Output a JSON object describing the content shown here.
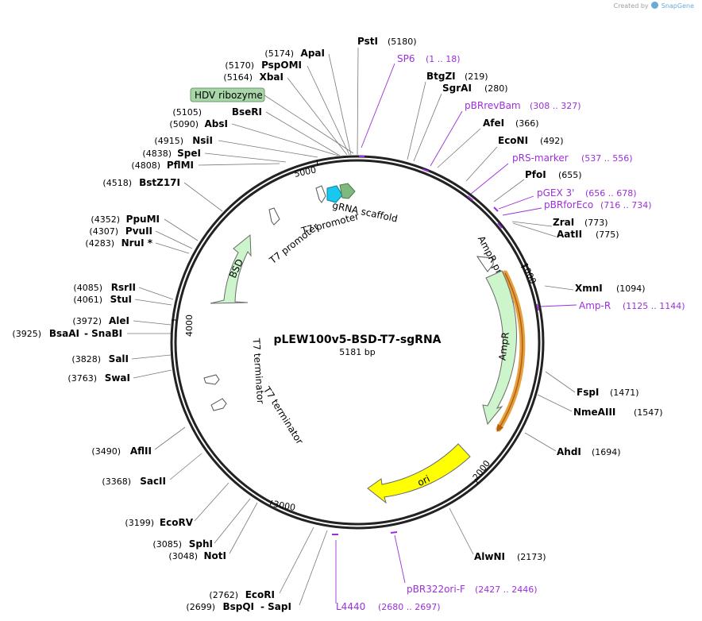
{
  "credit": {
    "created_by": "Created by",
    "brand": "SnapGene"
  },
  "plasmid": {
    "name": "pLEW100v5-BSD-T7-sgRNA",
    "length_label": "5181 bp",
    "length": 5181
  },
  "ticks": [
    {
      "pos": 1000,
      "label": "1000"
    },
    {
      "pos": 2000,
      "label": "2000"
    },
    {
      "pos": 3000,
      "label": "3000"
    },
    {
      "pos": 4000,
      "label": "4000"
    },
    {
      "pos": 5000,
      "label": "5000"
    }
  ],
  "enzymes": [
    {
      "name": "PstI",
      "pos_label": "(5180)",
      "pos": 5180,
      "side": "right"
    },
    {
      "name": "BtgZI",
      "pos_label": "(219)",
      "pos": 219,
      "side": "right"
    },
    {
      "name": "SgrAI",
      "pos_label": "(280)",
      "pos": 280,
      "side": "right"
    },
    {
      "name": "AfeI",
      "pos_label": "(366)",
      "pos": 366,
      "side": "right"
    },
    {
      "name": "EcoNI",
      "pos_label": "(492)",
      "pos": 492,
      "side": "right"
    },
    {
      "name": "PfoI",
      "pos_label": "(655)",
      "pos": 655,
      "side": "right"
    },
    {
      "name": "ZraI",
      "pos_label": "(773)",
      "pos": 773,
      "side": "right"
    },
    {
      "name": "AatII",
      "pos_label": "(775)",
      "pos": 775,
      "side": "right"
    },
    {
      "name": "XmnI",
      "pos_label": "(1094)",
      "pos": 1094,
      "side": "right"
    },
    {
      "name": "FspI",
      "pos_label": "(1471)",
      "pos": 1471,
      "side": "right"
    },
    {
      "name": "NmeAIII",
      "pos_label": "(1547)",
      "pos": 1547,
      "side": "right"
    },
    {
      "name": "AhdI",
      "pos_label": "(1694)",
      "pos": 1694,
      "side": "right"
    },
    {
      "name": "AlwNI",
      "pos_label": "(2173)",
      "pos": 2173,
      "side": "right"
    },
    {
      "name": "ApaI",
      "pos_label": "(5174)",
      "pos": 5174,
      "side": "left"
    },
    {
      "name": "PspOMI",
      "pos_label": "(5170)",
      "pos": 5170,
      "side": "left"
    },
    {
      "name": "XbaI",
      "pos_label": "(5164)",
      "pos": 5164,
      "side": "left"
    },
    {
      "name": "BseRI",
      "pos_label": "(5105)",
      "pos": 5105,
      "side": "left"
    },
    {
      "name": "AbsI",
      "pos_label": "(5090)",
      "pos": 5090,
      "side": "left"
    },
    {
      "name": "NsiI",
      "pos_label": "(4915)",
      "pos": 4915,
      "side": "left"
    },
    {
      "name": "SpeI",
      "pos_label": "(4838)",
      "pos": 4838,
      "side": "left"
    },
    {
      "name": "PflMI",
      "pos_label": "(4808)",
      "pos": 4808,
      "side": "left"
    },
    {
      "name": "BstZ17I",
      "pos_label": "(4518)",
      "pos": 4518,
      "side": "left"
    },
    {
      "name": "PpuMI",
      "pos_label": "(4352)",
      "pos": 4352,
      "side": "left"
    },
    {
      "name": "PvuII",
      "pos_label": "(4307)",
      "pos": 4307,
      "side": "left"
    },
    {
      "name": "NruI *",
      "pos_label": "(4283)",
      "pos": 4283,
      "side": "left"
    },
    {
      "name": "RsrII",
      "pos_label": "(4085)",
      "pos": 4085,
      "side": "left"
    },
    {
      "name": "StuI",
      "pos_label": "(4061)",
      "pos": 4061,
      "side": "left"
    },
    {
      "name": "AleI",
      "pos_label": "(3972)",
      "pos": 3972,
      "side": "left"
    },
    {
      "name": "BsaAI",
      "pos_label": "(3925)",
      "pos": 3925,
      "side": "left",
      "extra": "- SnaBI"
    },
    {
      "name": "SalI",
      "pos_label": "(3828)",
      "pos": 3828,
      "side": "left"
    },
    {
      "name": "SwaI",
      "pos_label": "(3763)",
      "pos": 3763,
      "side": "left"
    },
    {
      "name": "AflII",
      "pos_label": "(3490)",
      "pos": 3490,
      "side": "left"
    },
    {
      "name": "SacII",
      "pos_label": "(3368)",
      "pos": 3368,
      "side": "left"
    },
    {
      "name": "EcoRV",
      "pos_label": "(3199)",
      "pos": 3199,
      "side": "left"
    },
    {
      "name": "SphI",
      "pos_label": "(3085)",
      "pos": 3085,
      "side": "left"
    },
    {
      "name": "NotI",
      "pos_label": "(3048)",
      "pos": 3048,
      "side": "left"
    },
    {
      "name": "EcoRI",
      "pos_label": "(2762)",
      "pos": 2762,
      "side": "left"
    },
    {
      "name": "BspQI",
      "pos_label": "(2699)",
      "pos": 2699,
      "side": "left",
      "extra": "- SapI"
    }
  ],
  "primers": [
    {
      "name": "SP6",
      "range": "(1 .. 18)",
      "start": 1,
      "end": 18
    },
    {
      "name": "pBRrevBam",
      "range": "(308 .. 327)",
      "start": 308,
      "end": 327
    },
    {
      "name": "pRS-marker",
      "range": "(537 .. 556)",
      "start": 537,
      "end": 556
    },
    {
      "name": "pGEX 3'",
      "range": "(656 .. 678)",
      "start": 656,
      "end": 678
    },
    {
      "name": "pBRforEco",
      "range": "(716 .. 734)",
      "start": 716,
      "end": 734
    },
    {
      "name": "Amp-R",
      "range": "(1125 .. 1144)",
      "start": 1125,
      "end": 1144
    },
    {
      "name": "pBR322ori-F",
      "range": "(2427 .. 2446)",
      "start": 2427,
      "end": 2446
    },
    {
      "name": "L4440",
      "range": "(2680 .. 2697)",
      "start": 2680,
      "end": 2697
    }
  ],
  "features": [
    {
      "name": "AmpR promoter",
      "type": "promoter",
      "color": "#ffffff"
    },
    {
      "name": "AmpR",
      "type": "cds",
      "color": "#ccf5cc"
    },
    {
      "name": "ori",
      "type": "ori",
      "color": "#ffff00"
    },
    {
      "name": "T7 terminator",
      "type": "terminator",
      "color": "#ffffff"
    },
    {
      "name": "T7 terminator",
      "type": "terminator",
      "color": "#ffffff"
    },
    {
      "name": "BSD",
      "type": "cds",
      "color": "#ccf5cc"
    },
    {
      "name": "T7 promoter",
      "type": "promoter",
      "color": "#ffffff"
    },
    {
      "name": "T7 promoter",
      "type": "promoter",
      "color": "#ffffff"
    },
    {
      "name": "gRNA scaffold",
      "type": "misc",
      "color": "#7fb97f"
    },
    {
      "name": "HDV ribozyme",
      "type": "misc",
      "color": "#9fcfa0"
    }
  ],
  "colors": {
    "primer": "#9b30d9",
    "backbone": "#222222",
    "orf_outline": "#e6a040"
  }
}
